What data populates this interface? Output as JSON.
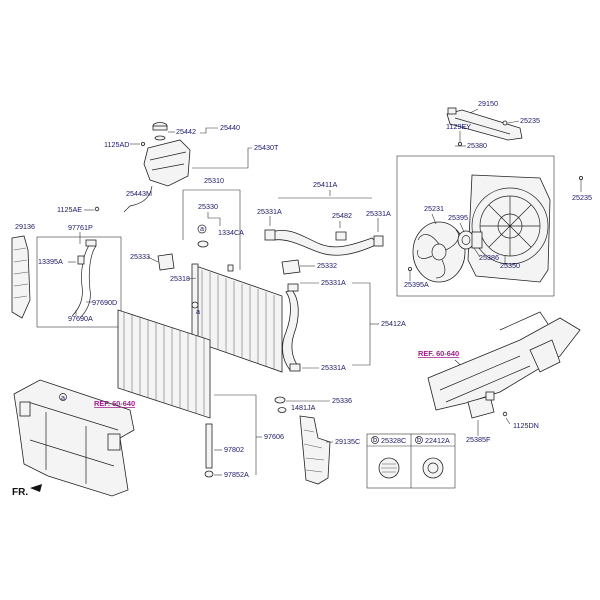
{
  "labels": {
    "p29150": "29150",
    "p25235a": "25235",
    "p1129EY": "1129EY",
    "p25380": "25380",
    "p25235b": "25235",
    "p25442": "25442",
    "p25440": "25440",
    "p1125AD": "1125AD",
    "p25430T": "25430T",
    "p25443M": "25443M",
    "p25310": "25310",
    "p25330": "25330",
    "p1334CA": "1334CA",
    "p25411A": "25411A",
    "p25331Aa": "25331A",
    "p25482": "25482",
    "p25331Ab": "25331A",
    "p1125AE": "1125AE",
    "p29136": "29136",
    "p97761P": "97761P",
    "p13395A": "13395A",
    "p97690D": "97690D",
    "p97690A": "97690A",
    "p25333": "25333",
    "p25318": "25318",
    "p25332": "25332",
    "p25331Ac": "25331A",
    "p25412A": "25412A",
    "p25331Ad": "25331A",
    "p25231": "25231",
    "p25395": "25395",
    "p25386": "25386",
    "p25350": "25350",
    "p25395A": "25395A",
    "p25336": "25336",
    "p1481JA": "1481JA",
    "p29135C": "29135C",
    "p97606": "97606",
    "p97802": "97802",
    "p97852A": "97852A",
    "p25328C": "25328C",
    "p22412A": "22412A",
    "p1125DN": "1125DN",
    "p25385F": "25385F",
    "callout_a1": "a",
    "callout_a2": "a",
    "callout_b1": "b",
    "callout_b2": "b"
  },
  "refs": {
    "left": "REF. 60-640",
    "right": "REF. 60-640"
  },
  "front_marker": "FR.",
  "colors": {
    "label_text": "#1a1a66",
    "ref_text": "#a01a8a",
    "lines": "#333333"
  }
}
